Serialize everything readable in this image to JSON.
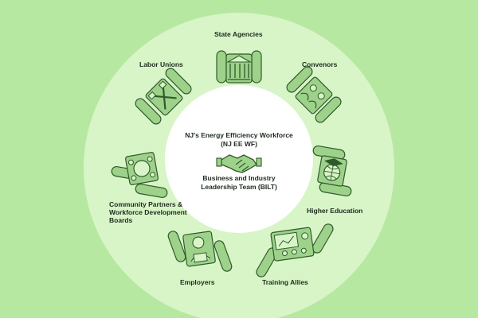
{
  "center": {
    "title_line1": "NJ's Energy Efficiency Workforce",
    "title_line2": "(NJ EE WF)",
    "subtitle_line1": "Business and Industry",
    "subtitle_line2": "Leadership Team (BILT)",
    "icon": "handshake-icon"
  },
  "stakeholders": [
    {
      "label": "State Agencies",
      "icon": "building-columns-icon"
    },
    {
      "label": "Convenors",
      "icon": "people-group-icon"
    },
    {
      "label": "Higher Education",
      "icon": "graduation-globe-icon"
    },
    {
      "label": "Training Allies",
      "icon": "classroom-presentation-icon"
    },
    {
      "label": "Employers",
      "icon": "worker-laptop-icon"
    },
    {
      "label_line1": "Community Partners &",
      "label_line2": "Workforce Development",
      "label_line3": "Boards",
      "icon": "community-globe-icon"
    },
    {
      "label": "Labor Unions",
      "icon": "crossed-tools-icon"
    }
  ],
  "colors": {
    "background": "#b7e8a1",
    "ring": "#d8f5c8",
    "center": "#ffffff",
    "icon_fill": "#9ed28a",
    "icon_stroke": "#2f5a2a",
    "text": "#1e2a1e"
  }
}
